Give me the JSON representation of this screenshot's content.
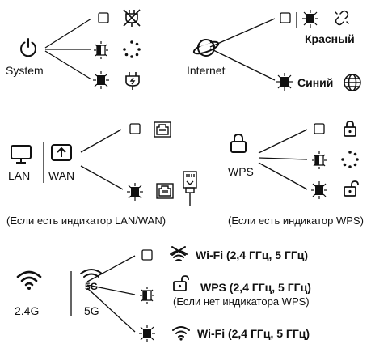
{
  "system": {
    "label": "System"
  },
  "internet": {
    "label": "Internet",
    "red_label": "Красный",
    "blue_label": "Синий"
  },
  "lanwan": {
    "lan_label": "LAN",
    "wan_label": "WAN",
    "note": "(Если есть индикатор LAN/WAN)"
  },
  "wps": {
    "label": "WPS",
    "note": "(Если есть индикатор WPS)"
  },
  "wifi": {
    "label_24": "2.4G",
    "label_5": "5G",
    "icon_5g_text": "5G",
    "row1": "Wi-Fi (2,4 ГГц, 5 ГГц)",
    "row2": "WPS (2,4 ГГц, 5 ГГц)",
    "row2_note": "(Если нет индикатора WPS)",
    "row3": "Wi-Fi (2,4 ГГц, 5 ГГц)"
  },
  "colors": {
    "ink": "#111111"
  }
}
